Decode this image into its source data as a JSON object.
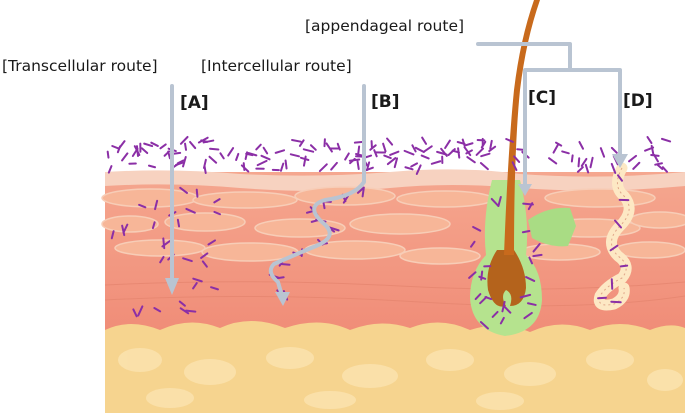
{
  "labels": {
    "transcellular": "[Transcellular route]",
    "intercellular": "[Intercellular route]",
    "appendageal": "[appendageal route]"
  },
  "markers": {
    "a": "[A]",
    "b": "[B]",
    "c": "[C]",
    "d": "[D]"
  },
  "colors": {
    "dermis": "#f08e7a",
    "epidermis_cells": "#f7b698",
    "stratum_corneum": "#f7d2c0",
    "fat_layer": "#f6d48f",
    "hair": "#c86a1c",
    "follicle": "#b5e38e",
    "arrow": "#b9c4d2",
    "molecule": "#8b2fa6"
  }
}
